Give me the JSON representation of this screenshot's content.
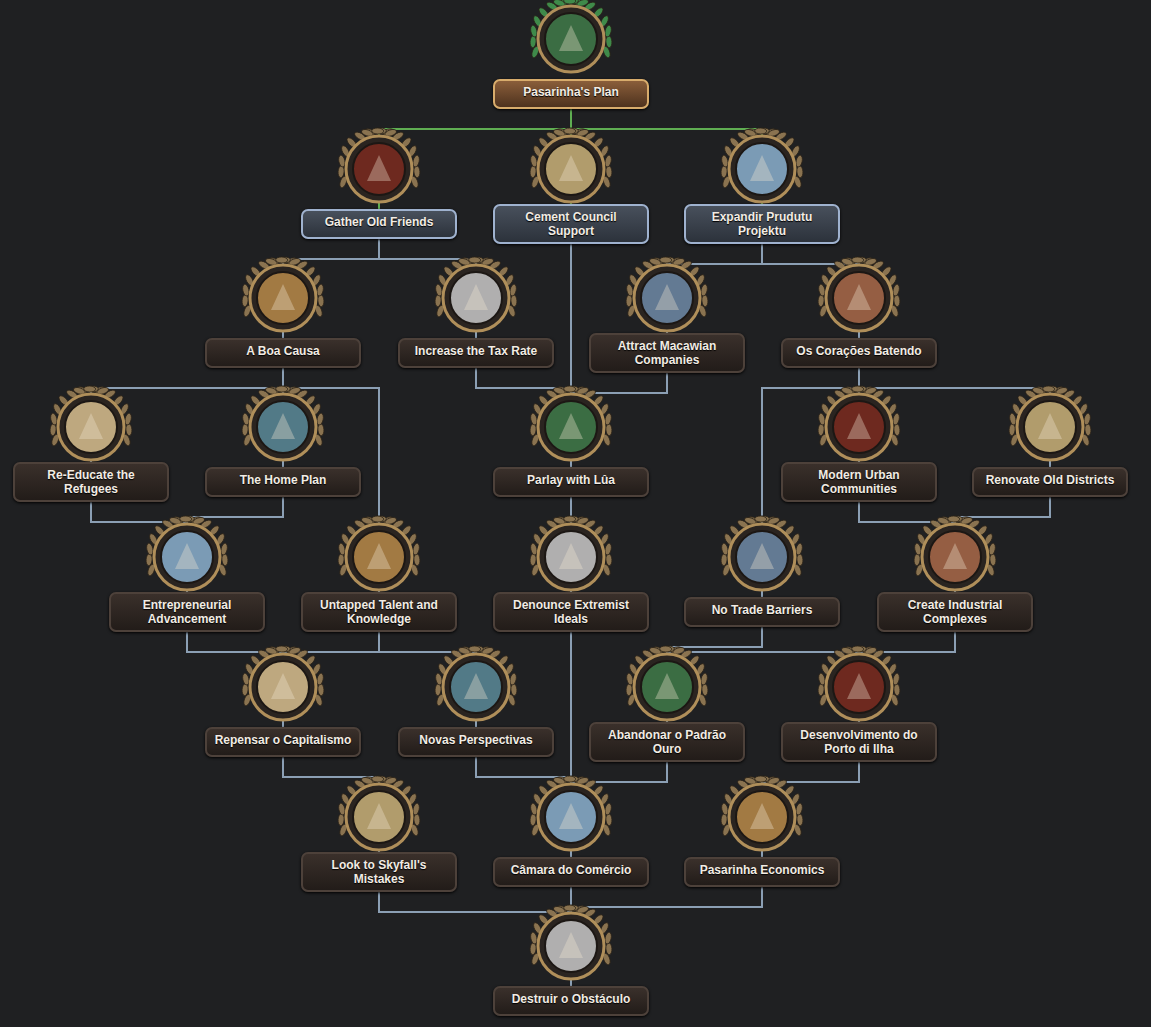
{
  "diagram": {
    "nodes": [
      {
        "text": [
          "Pasarinha's Plan"
        ]
      },
      {
        "text": [
          "Gather Old Friends"
        ]
      },
      {
        "text": [
          "Cement Council Support"
        ]
      },
      {
        "text": [
          "Expandir Prudutu Projektu"
        ]
      },
      {
        "text": [
          "A Boa Causa"
        ]
      },
      {
        "text": [
          "Increase the Tax Rate"
        ]
      },
      {
        "text": [
          "Attract Macawian Companies"
        ]
      },
      {
        "text": [
          "Os Corações Batendo"
        ]
      },
      {
        "text": [
          "Re-Educate the Refugees"
        ]
      },
      {
        "text": [
          "The Home Plan"
        ]
      },
      {
        "text": [
          "Parlay with Lûa"
        ]
      },
      {
        "text": [
          "Modern Urban Communities"
        ]
      },
      {
        "text": [
          "Renovate Old Districts"
        ]
      },
      {
        "text": [
          "Entrepreneurial Advancement"
        ]
      },
      {
        "text": [
          "Untapped Talent and Knowledge"
        ]
      },
      {
        "text": [
          "Denounce Extremist Ideals"
        ]
      },
      {
        "text": [
          "No Trade Barriers"
        ]
      },
      {
        "text": [
          "Create Industrial Complexes"
        ]
      },
      {
        "text": [
          "Repensar o Capitalismo"
        ]
      },
      {
        "text": [
          "Novas Perspectivas"
        ]
      },
      {
        "text": [
          "Abandonar o Padrão Ouro"
        ]
      },
      {
        "text": [
          "Desenvolvimento do Porto di Ilha"
        ]
      },
      {
        "text": [
          "Look to Skyfall's Mistakes"
        ]
      },
      {
        "text": [
          "Câmara do Comércio"
        ]
      },
      {
        "text": [
          "Pasarinha Economics"
        ]
      },
      {
        "text": [
          "Destruir o Obstáculo"
        ]
      }
    ],
    "edges": [
      {
        "from": 0,
        "to": 1,
        "arrow": "none"
      },
      {
        "from": 0,
        "to": 2,
        "arrow": "none"
      },
      {
        "from": 0,
        "to": 3,
        "arrow": "none"
      },
      {
        "from": 1,
        "to": 4,
        "arrow": "none"
      },
      {
        "from": 1,
        "to": 5,
        "arrow": "none"
      },
      {
        "from": 3,
        "to": 6,
        "arrow": "none"
      },
      {
        "from": 3,
        "to": 7,
        "arrow": "none"
      },
      {
        "from": 4,
        "to": 8,
        "arrow": "none"
      },
      {
        "from": 4,
        "to": 9,
        "arrow": "none"
      },
      {
        "from": 4,
        "to": 14,
        "arrow": "none"
      },
      {
        "from": 2,
        "to": 10,
        "arrow": "none"
      },
      {
        "from": 5,
        "to": 10,
        "arrow": "none"
      },
      {
        "from": 6,
        "to": 10,
        "arrow": "none"
      },
      {
        "from": 7,
        "to": 11,
        "arrow": "none"
      },
      {
        "from": 7,
        "to": 12,
        "arrow": "none"
      },
      {
        "from": 7,
        "to": 16,
        "arrow": "none"
      },
      {
        "from": 8,
        "to": 13,
        "arrow": "none"
      },
      {
        "from": 9,
        "to": 13,
        "arrow": "none"
      },
      {
        "from": 10,
        "to": 15,
        "arrow": "none"
      },
      {
        "from": 11,
        "to": 17,
        "arrow": "none"
      },
      {
        "from": 12,
        "to": 17,
        "arrow": "none"
      },
      {
        "from": 13,
        "to": 18,
        "arrow": "none"
      },
      {
        "from": 14,
        "to": 18,
        "arrow": "none"
      },
      {
        "from": 14,
        "to": 19,
        "arrow": "none"
      },
      {
        "from": 16,
        "to": 20,
        "arrow": "none"
      },
      {
        "from": 17,
        "to": 20,
        "arrow": "none"
      },
      {
        "from": 17,
        "to": 21,
        "arrow": "none"
      },
      {
        "from": 18,
        "to": 22,
        "arrow": "none"
      },
      {
        "from": 19,
        "to": 23,
        "arrow": "none"
      },
      {
        "from": 15,
        "to": 23,
        "arrow": "none"
      },
      {
        "from": 20,
        "to": 23,
        "arrow": "none"
      },
      {
        "from": 21,
        "to": 24,
        "arrow": "none"
      },
      {
        "from": 22,
        "to": 25,
        "arrow": "none"
      },
      {
        "from": 23,
        "to": 25,
        "arrow": "none"
      },
      {
        "from": 24,
        "to": 25,
        "arrow": "none"
      }
    ]
  }
}
